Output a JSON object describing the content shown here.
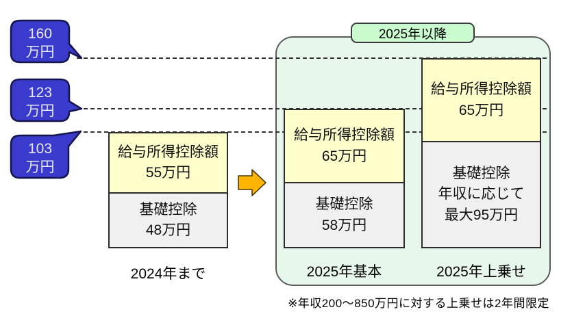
{
  "title_banner": {
    "label": "2025年以降"
  },
  "bubbles": [
    {
      "name": "160万円",
      "text": "160\n万円"
    },
    {
      "name": "123万円",
      "text": "123\n万円"
    },
    {
      "name": "103万円",
      "text": "103\n万円"
    }
  ],
  "columns": [
    {
      "label": "2024年まで",
      "segments": [
        {
          "name": "給与所得控除額",
          "amount": "55万円",
          "text": "給与所得控除額\n55万円"
        },
        {
          "name": "基礎控除",
          "amount": "48万円",
          "text": "基礎控除\n48万円"
        }
      ]
    },
    {
      "label": "2025年基本",
      "segments": [
        {
          "name": "給与所得控除額",
          "amount": "65万円",
          "text": "給与所得控除額\n65万円"
        },
        {
          "name": "基礎控除",
          "amount": "58万円",
          "text": "基礎控除\n58万円"
        }
      ]
    },
    {
      "label": "2025年上乗せ",
      "segments": [
        {
          "name": "給与所得控除額",
          "amount": "65万円",
          "text": "給与所得控除額\n65万円"
        },
        {
          "name": "基礎控除",
          "amount": "年収に応じて最大95万円",
          "text": "基礎控除\n年収に応じて\n最大95万円"
        }
      ]
    }
  ],
  "note": "※年収200〜850万円に対する上乗せは2年間限定",
  "colors": {
    "bubble_fill": "#3a3acc",
    "bubble_border": "#15154d",
    "segment_yellow": "#ffffcc",
    "segment_gray": "#f0f0f0",
    "container_fill": "#e7f7ec",
    "banner_fill": "#c9fbcf",
    "arrow_fill": "#ffb400",
    "dash_color": "#333333"
  }
}
